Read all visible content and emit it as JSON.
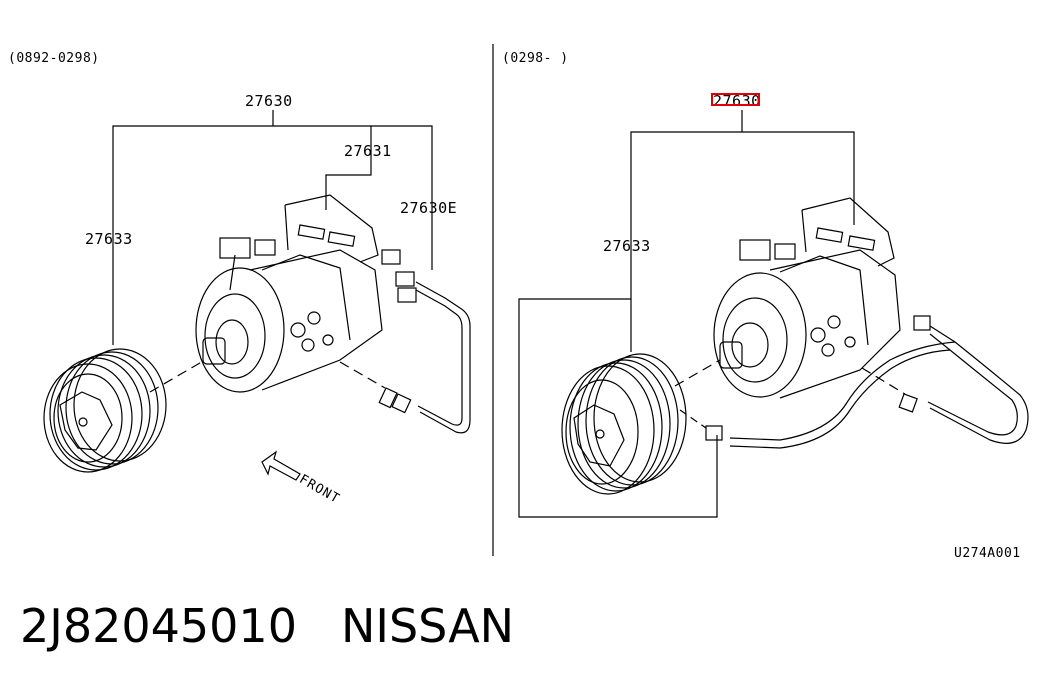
{
  "left_panel": {
    "range": "(0892-0298)",
    "part_assembly": "27630",
    "part_compressor": "27631",
    "part_harness": "27630E",
    "part_pulley": "27633",
    "direction": "FRONT"
  },
  "right_panel": {
    "range": "(0298-      )",
    "part_assembly": "27630",
    "part_pulley": "27633"
  },
  "diagram_code": "U274A001",
  "footer": {
    "part_number": "2J82045010",
    "brand": "NISSAN"
  },
  "colors": {
    "highlight": "#e00000",
    "ink": "#000000"
  }
}
